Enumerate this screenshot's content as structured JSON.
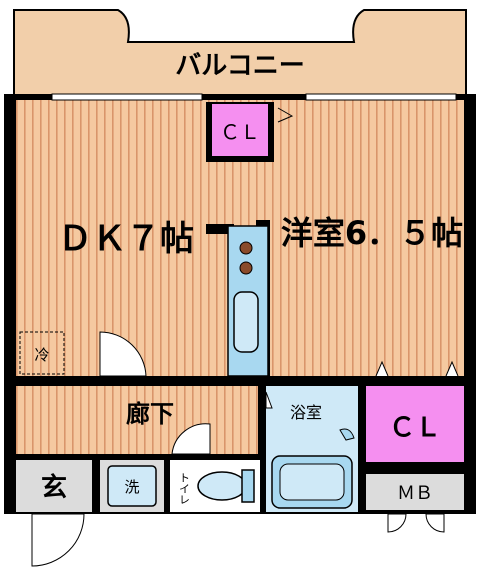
{
  "labels": {
    "balcony": "バルコニー",
    "closet_top": "ＣＬ",
    "dk": "ＤＫ７帖",
    "western_room": "洋室6．５帖",
    "fridge": "冷",
    "hallway": "廊下",
    "bathroom": "浴室",
    "closet_right": "ＣＬ",
    "entrance": "玄",
    "washer": "洗",
    "toilet": "トイレ",
    "meter_box": "ＭＢ"
  },
  "colors": {
    "floor_wood": "#f5c9a0",
    "floor_stripe": "#d9956a",
    "balcony": "#f2cfaa",
    "closet": "#f58ff0",
    "bath": "#cfe9f7",
    "bath_fixture": "#a8d8f0",
    "entrance": "#dcdcdc",
    "wall": "#000000",
    "kitchen": "#a8d8f0"
  }
}
